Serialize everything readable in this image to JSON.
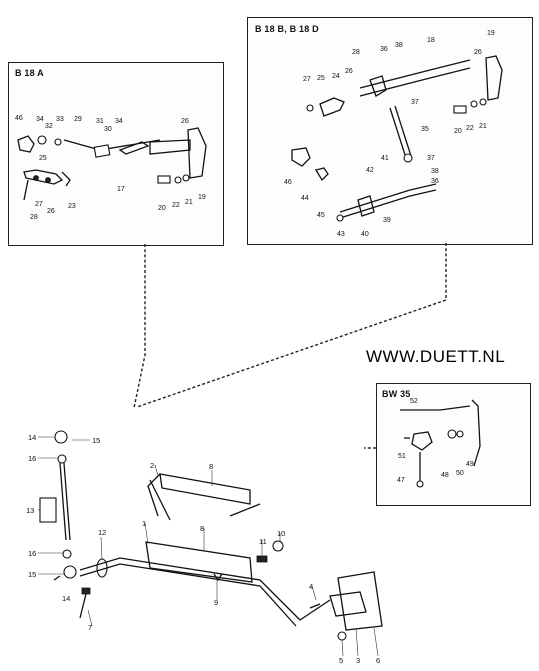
{
  "watermark": "WWW.DUETT.NL",
  "insets": {
    "b18a": {
      "title": "B 18 A",
      "labels": [
        "46",
        "34",
        "32",
        "33",
        "29",
        "31",
        "30",
        "34",
        "26",
        "25",
        "17",
        "27",
        "26",
        "23",
        "28",
        "20",
        "22",
        "21",
        "19"
      ]
    },
    "b18bd": {
      "title": "B 18 B, B 18 D",
      "labels": [
        "28",
        "36",
        "38",
        "18",
        "26",
        "19",
        "27",
        "25",
        "24",
        "26",
        "37",
        "20",
        "22",
        "21",
        "35",
        "46",
        "44",
        "45",
        "41",
        "42",
        "37",
        "38",
        "36",
        "43",
        "40",
        "39"
      ]
    },
    "bw35": {
      "title": "BW 35",
      "labels": [
        "52",
        "51",
        "48",
        "50",
        "49",
        "47"
      ]
    }
  },
  "main_labels": [
    "14",
    "15",
    "16",
    "13",
    "16",
    "15",
    "14",
    "7",
    "12",
    "2",
    "8",
    "1",
    "8",
    "11",
    "10",
    "9",
    "4",
    "5",
    "3",
    "6"
  ]
}
